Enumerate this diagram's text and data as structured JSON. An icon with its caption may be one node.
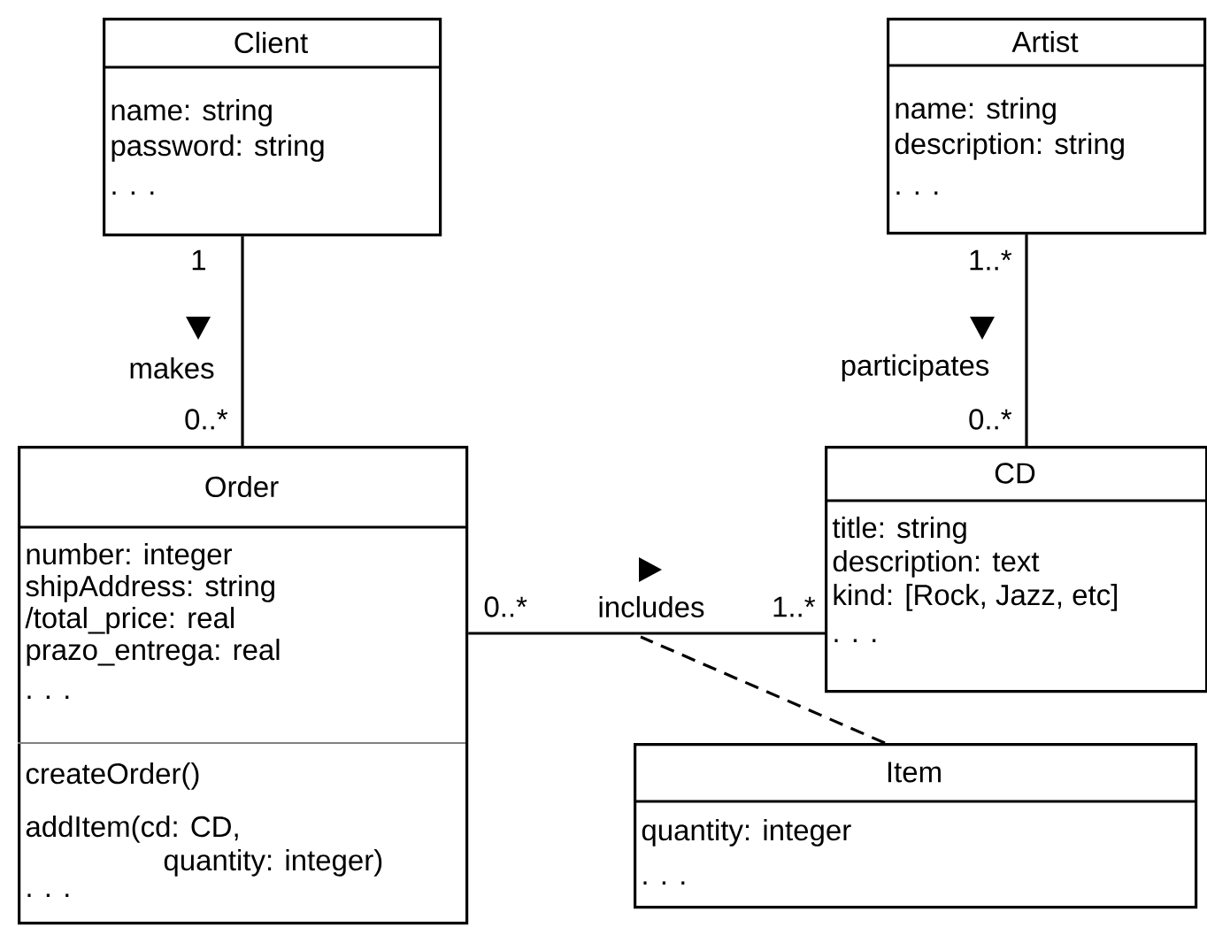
{
  "diagram": {
    "nodes": [
      {
        "text": [
          "Client",
          "name: string",
          "password: string",
          ". . ."
        ]
      },
      {
        "text": [
          "Artist",
          "name: string",
          "description: string",
          ". . ."
        ]
      },
      {
        "text": [
          "Order",
          "number: integer",
          "shipAddress: string",
          "/total_price: real",
          "prazo_entrega: real",
          ". . .",
          "createOrder()",
          "addItem(cd: CD, quantity: integer)",
          ". . ."
        ]
      },
      {
        "text": [
          "CD",
          "title: string",
          "description: text",
          "kind: [Rock, Jazz, etc]",
          ". . ."
        ]
      },
      {
        "text": [
          "Item",
          "quantity: integer",
          ". . ."
        ]
      }
    ],
    "edges": [
      {
        "from": 0,
        "to": 2,
        "arrow": "none",
        "label": "makes"
      },
      {
        "from": 1,
        "to": 3,
        "arrow": "none",
        "label": "participates"
      },
      {
        "from": 2,
        "to": 3,
        "arrow": "none",
        "label": "includes"
      },
      {
        "from": 4,
        "to": null,
        "arrow": "none",
        "style": "dashed"
      }
    ],
    "labels": [
      "1",
      "1..*",
      "0..*",
      "0..*",
      "0..*",
      "1..*"
    ]
  }
}
